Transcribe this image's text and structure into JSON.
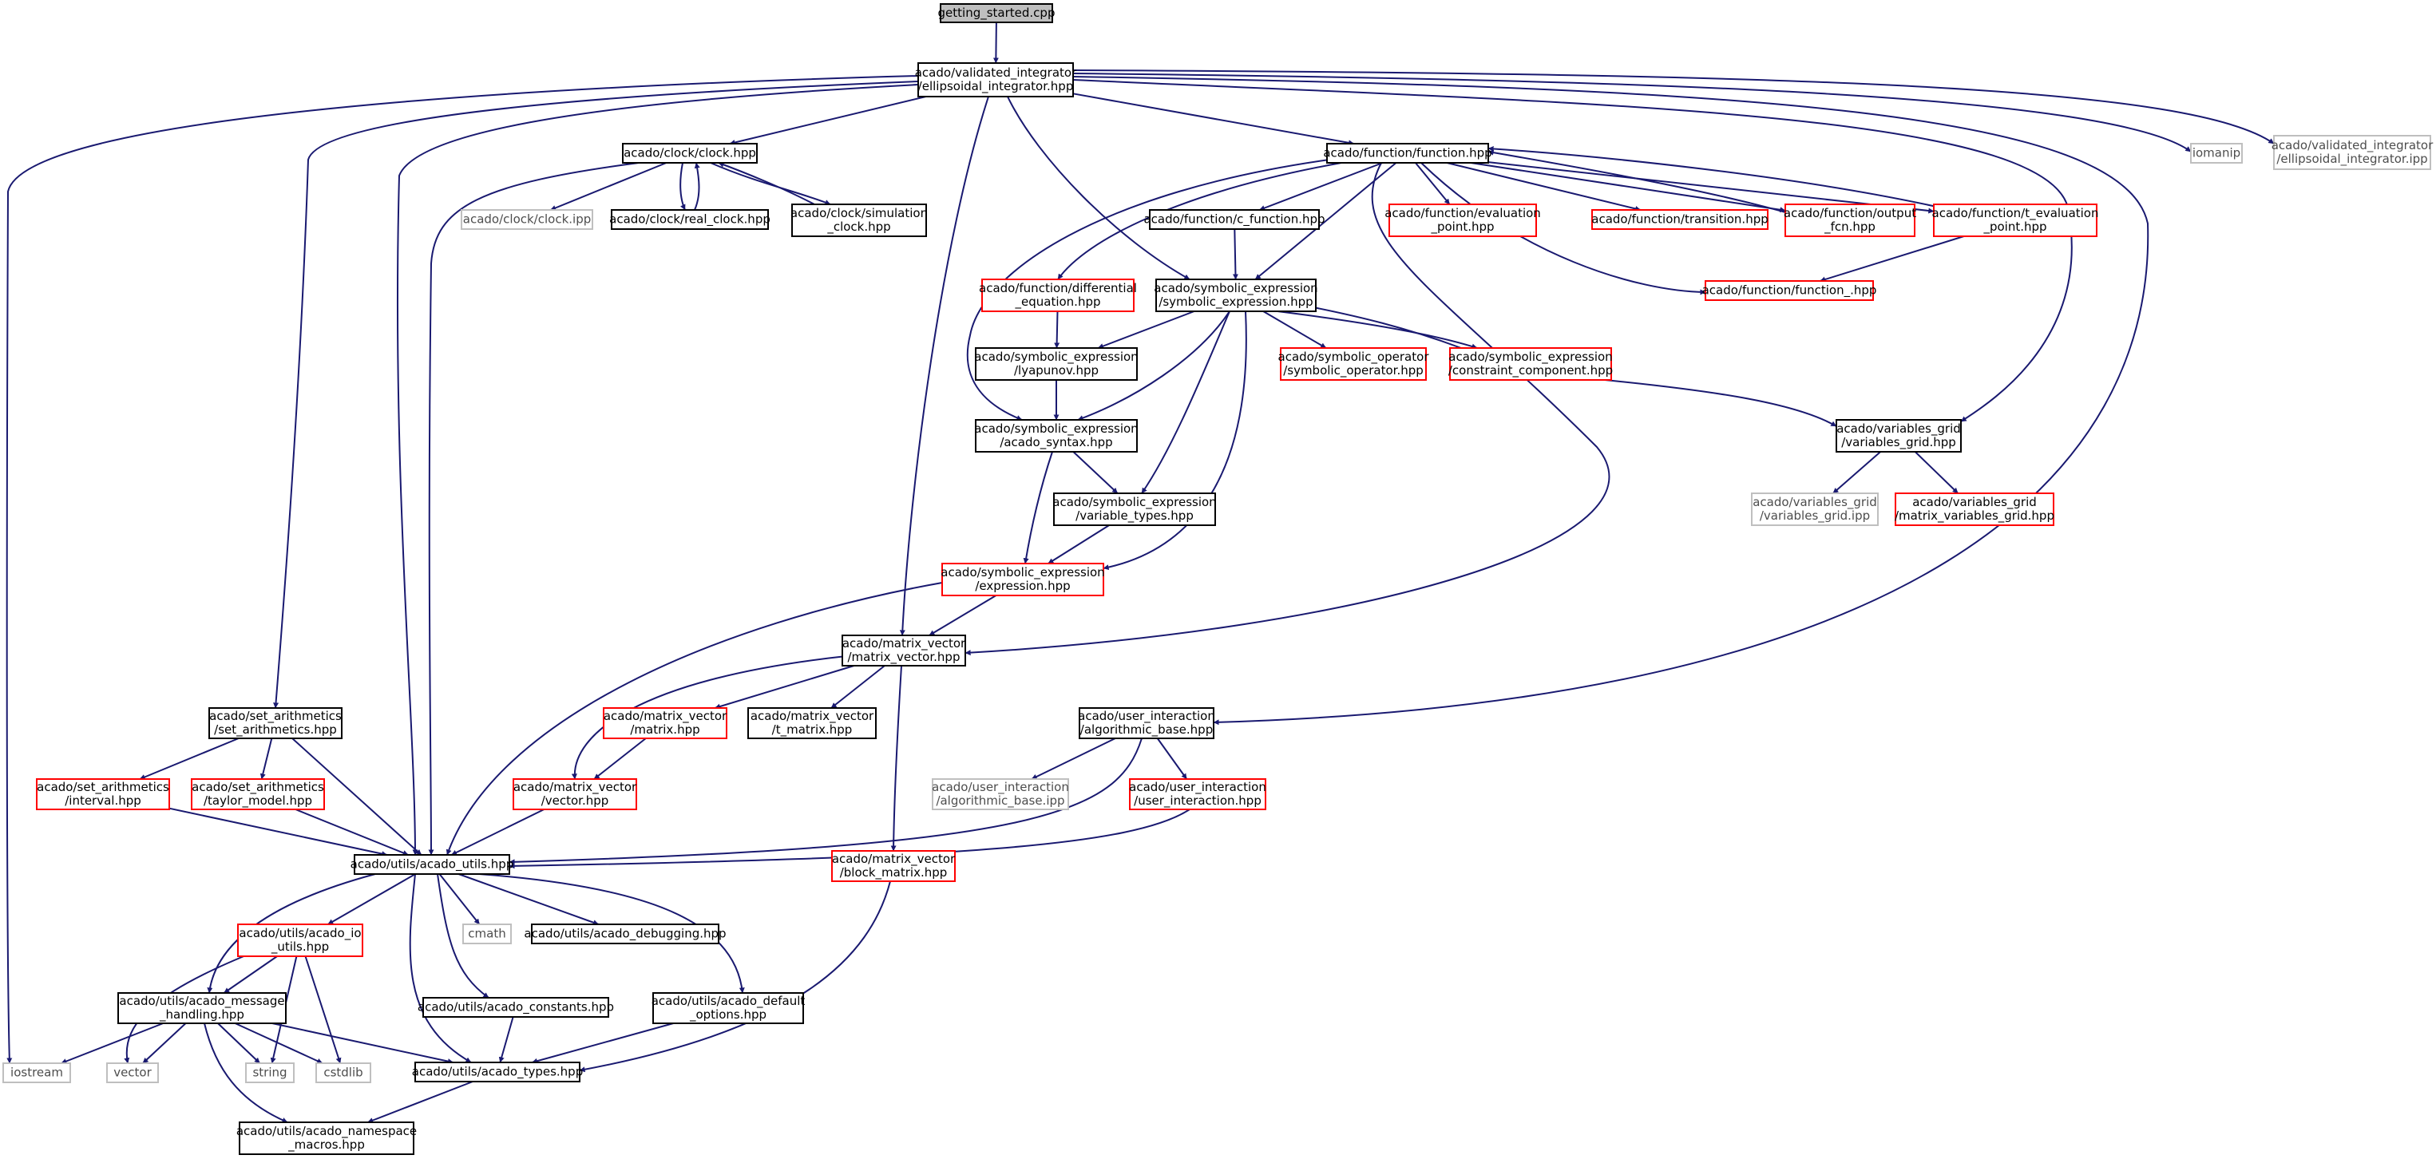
{
  "nodes": [
    {
      "id": "n_getting_started",
      "lines": [
        "getting_started.cpp"
      ],
      "style": "root"
    },
    {
      "id": "n_ellipsoidal",
      "lines": [
        "acado/validated_integrator",
        "/ellipsoidal_integrator.hpp"
      ],
      "style": "black"
    },
    {
      "id": "n_iostream",
      "lines": [
        "iostream"
      ],
      "style": "gray"
    },
    {
      "id": "n_set_arith",
      "lines": [
        "acado/set_arithmetics",
        "/set_arithmetics.hpp"
      ],
      "style": "black"
    },
    {
      "id": "n_acado_utils",
      "lines": [
        "acado/utils/acado_utils.hpp"
      ],
      "style": "black"
    },
    {
      "id": "n_clock",
      "lines": [
        "acado/clock/clock.hpp"
      ],
      "style": "black"
    },
    {
      "id": "n_matrix_vector",
      "lines": [
        "acado/matrix_vector",
        "/matrix_vector.hpp"
      ],
      "style": "black"
    },
    {
      "id": "n_symbolic_expression",
      "lines": [
        "acado/symbolic_expression",
        "/symbolic_expression.hpp"
      ],
      "style": "black"
    },
    {
      "id": "n_function",
      "lines": [
        "acado/function/function.hpp"
      ],
      "style": "black"
    },
    {
      "id": "n_variables_grid",
      "lines": [
        "acado/variables_grid",
        "/variables_grid.hpp"
      ],
      "style": "black"
    },
    {
      "id": "n_algorithmic_base",
      "lines": [
        "acado/user_interaction",
        "/algorithmic_base.hpp"
      ],
      "style": "black"
    },
    {
      "id": "n_iomanip",
      "lines": [
        "iomanip"
      ],
      "style": "gray"
    },
    {
      "id": "n_ellipsoidal_ipp",
      "lines": [
        "acado/validated_integrator",
        "/ellipsoidal_integrator.ipp"
      ],
      "style": "gray"
    },
    {
      "id": "n_interval",
      "lines": [
        "acado/set_arithmetics",
        "/interval.hpp"
      ],
      "style": "red"
    },
    {
      "id": "n_taylor_model",
      "lines": [
        "acado/set_arithmetics",
        "/taylor_model.hpp"
      ],
      "style": "red"
    },
    {
      "id": "n_acado_io_utils",
      "lines": [
        "acado/utils/acado_io",
        "_utils.hpp"
      ],
      "style": "red"
    },
    {
      "id": "n_message_handling",
      "lines": [
        "acado/utils/acado_message",
        "_handling.hpp"
      ],
      "style": "black"
    },
    {
      "id": "n_vector_std",
      "lines": [
        "vector"
      ],
      "style": "gray"
    },
    {
      "id": "n_string",
      "lines": [
        "string"
      ],
      "style": "gray"
    },
    {
      "id": "n_cstdlib",
      "lines": [
        "cstdlib"
      ],
      "style": "gray"
    },
    {
      "id": "n_acado_types",
      "lines": [
        "acado/utils/acado_types.hpp"
      ],
      "style": "black"
    },
    {
      "id": "n_cmath",
      "lines": [
        "cmath"
      ],
      "style": "gray"
    },
    {
      "id": "n_acado_debugging",
      "lines": [
        "acado/utils/acado_debugging.hpp"
      ],
      "style": "black"
    },
    {
      "id": "n_acado_constants",
      "lines": [
        "acado/utils/acado_constants.hpp"
      ],
      "style": "black"
    },
    {
      "id": "n_acado_default_options",
      "lines": [
        "acado/utils/acado_default",
        "_options.hpp"
      ],
      "style": "black"
    },
    {
      "id": "n_namespace_macros",
      "lines": [
        "acado/utils/acado_namespace",
        "_macros.hpp"
      ],
      "style": "black"
    },
    {
      "id": "n_clock_ipp",
      "lines": [
        "acado/clock/clock.ipp"
      ],
      "style": "gray"
    },
    {
      "id": "n_real_clock",
      "lines": [
        "acado/clock/real_clock.hpp"
      ],
      "style": "black"
    },
    {
      "id": "n_simulation_clock",
      "lines": [
        "acado/clock/simulation",
        "_clock.hpp"
      ],
      "style": "black"
    },
    {
      "id": "n_matrix",
      "lines": [
        "acado/matrix_vector",
        "/matrix.hpp"
      ],
      "style": "red"
    },
    {
      "id": "n_t_matrix",
      "lines": [
        "acado/matrix_vector",
        "/t_matrix.hpp"
      ],
      "style": "black"
    },
    {
      "id": "n_vector_hpp",
      "lines": [
        "acado/matrix_vector",
        "/vector.hpp"
      ],
      "style": "red"
    },
    {
      "id": "n_block_matrix",
      "lines": [
        "acado/matrix_vector",
        "/block_matrix.hpp"
      ],
      "style": "red"
    },
    {
      "id": "n_lyapunov",
      "lines": [
        "acado/symbolic_expression",
        "/lyapunov.hpp"
      ],
      "style": "black"
    },
    {
      "id": "n_acado_syntax",
      "lines": [
        "acado/symbolic_expression",
        "/acado_syntax.hpp"
      ],
      "style": "black"
    },
    {
      "id": "n_variable_types",
      "lines": [
        "acado/symbolic_expression",
        "/variable_types.hpp"
      ],
      "style": "black"
    },
    {
      "id": "n_expression",
      "lines": [
        "acado/symbolic_expression",
        "/expression.hpp"
      ],
      "style": "red"
    },
    {
      "id": "n_symbolic_operator",
      "lines": [
        "acado/symbolic_operator",
        "/symbolic_operator.hpp"
      ],
      "style": "red"
    },
    {
      "id": "n_constraint_component",
      "lines": [
        "acado/symbolic_expression",
        "/constraint_component.hpp"
      ],
      "style": "red"
    },
    {
      "id": "n_c_function",
      "lines": [
        "acado/function/c_function.hpp"
      ],
      "style": "black"
    },
    {
      "id": "n_differential_equation",
      "lines": [
        "acado/function/differential",
        "_equation.hpp"
      ],
      "style": "red"
    },
    {
      "id": "n_evaluation_point",
      "lines": [
        "acado/function/evaluation",
        "_point.hpp"
      ],
      "style": "red"
    },
    {
      "id": "n_transition",
      "lines": [
        "acado/function/transition.hpp"
      ],
      "style": "red"
    },
    {
      "id": "n_output_fcn",
      "lines": [
        "acado/function/output",
        "_fcn.hpp"
      ],
      "style": "red"
    },
    {
      "id": "n_t_evaluation_point",
      "lines": [
        "acado/function/t_evaluation",
        "_point.hpp"
      ],
      "style": "red"
    },
    {
      "id": "n_function_",
      "lines": [
        "acado/function/function_.hpp"
      ],
      "style": "red"
    },
    {
      "id": "n_variables_grid_ipp",
      "lines": [
        "acado/variables_grid",
        "/variables_grid.ipp"
      ],
      "style": "gray"
    },
    {
      "id": "n_matrix_variables_grid",
      "lines": [
        "acado/variables_grid",
        "/matrix_variables_grid.hpp"
      ],
      "style": "red"
    },
    {
      "id": "n_algorithmic_base_ipp",
      "lines": [
        "acado/user_interaction",
        "/algorithmic_base.ipp"
      ],
      "style": "gray"
    },
    {
      "id": "n_user_interaction",
      "lines": [
        "acado/user_interaction",
        "/user_interaction.hpp"
      ],
      "style": "red"
    }
  ]
}
